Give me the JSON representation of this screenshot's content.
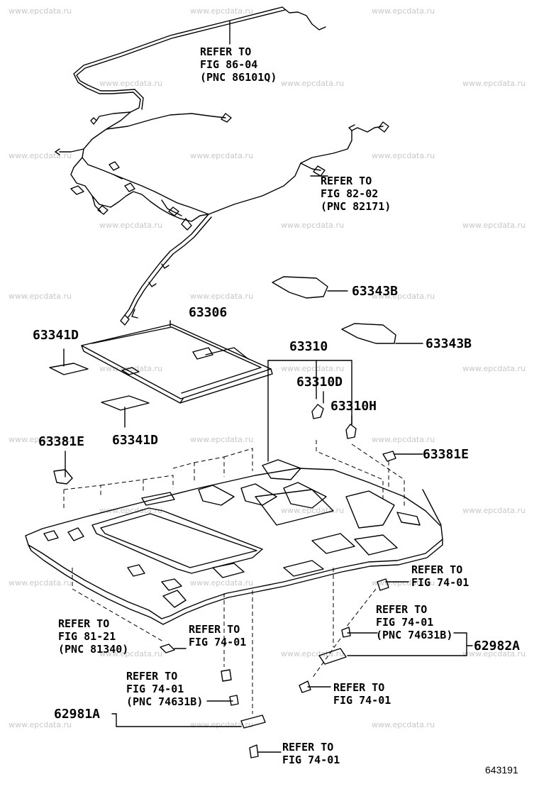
{
  "diagram": {
    "watermark": "www.epcdata.ru",
    "figure_number": "643191",
    "callouts": {
      "refer_86_04": [
        "REFER TO",
        "FIG 86-04",
        "(PNC 86101Q)"
      ],
      "refer_82_02": [
        "REFER TO",
        "FIG 82-02",
        "(PNC 82171)"
      ],
      "refer_81_21": [
        "REFER TO",
        "FIG 81-21",
        "(PNC 81340)"
      ],
      "refer_74_01_top_right": [
        "REFER TO",
        "FIG 74-01"
      ],
      "refer_74_01_pnc_right": [
        "REFER TO",
        "FIG 74-01",
        "(PNC 74631B)"
      ],
      "refer_74_01_lower_right": [
        "REFER TO",
        "FIG 74-01"
      ],
      "refer_74_01_mid": [
        "REFER TO",
        "FIG 74-01"
      ],
      "refer_74_01_pnc_left": [
        "REFER TO",
        "FIG 74-01",
        "(PNC 74631B)"
      ],
      "refer_74_01_bottom": [
        "REFER TO",
        "FIG 74-01"
      ]
    },
    "parts": {
      "p63343b_upper": "63343B",
      "p63343b_lower": "63343B",
      "p63306": "63306",
      "p63341d_left": "63341D",
      "p63341d_bottom": "63341D",
      "p63310": "63310",
      "p63310d": "63310D",
      "p63310h": "63310H",
      "p63381e_left": "63381E",
      "p63381e_right": "63381E",
      "p62982a": "62982A",
      "p62981a": "62981A"
    }
  }
}
